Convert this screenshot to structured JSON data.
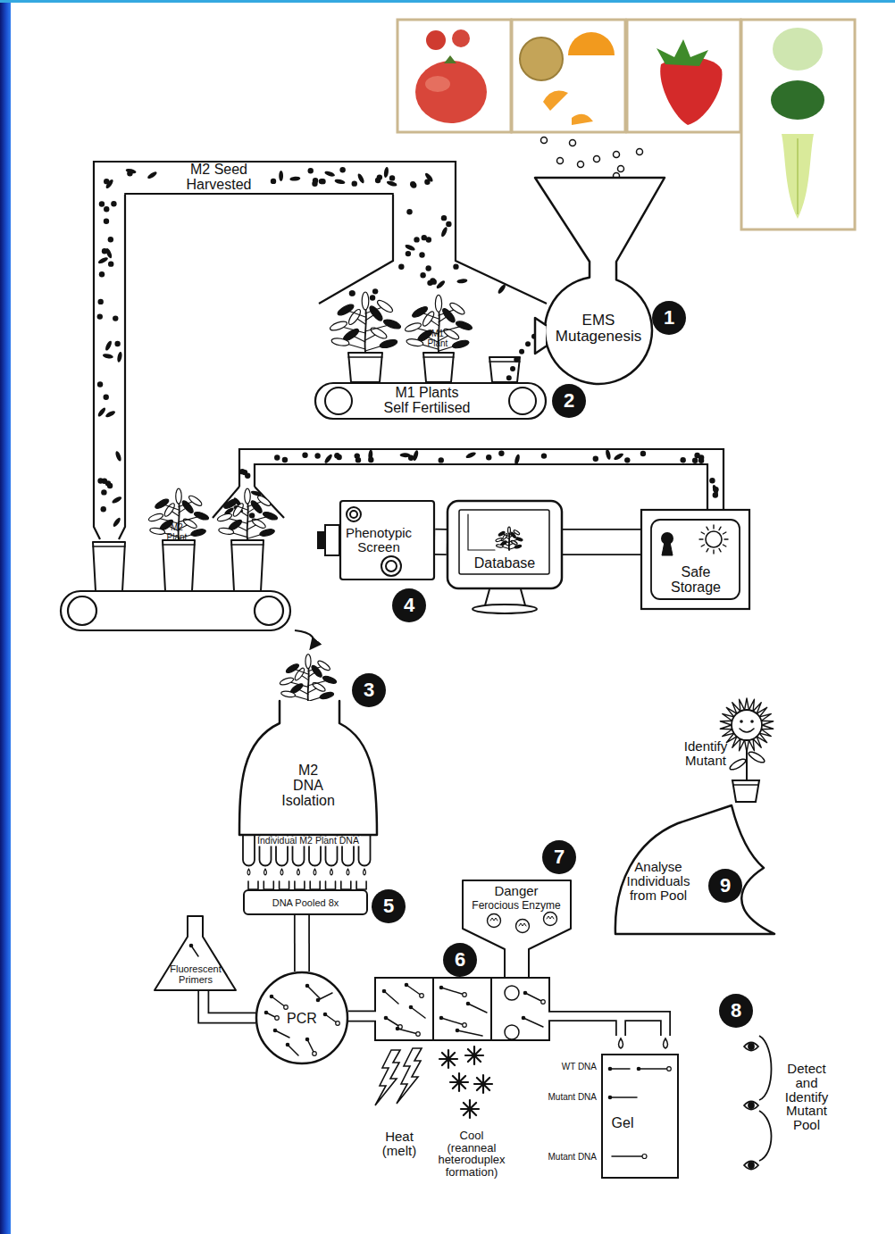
{
  "diagram": {
    "nodes": [
      {
        "text": [
          "M2 Seed Harvested"
        ]
      },
      {
        "text": [
          "EMS Mutagenesis"
        ]
      },
      {
        "text": [
          "M1 Plants Self Fertilised"
        ]
      },
      {
        "text": [
          "Phenotypic Screen"
        ]
      },
      {
        "text": [
          "Database"
        ]
      },
      {
        "text": [
          "Safe Storage"
        ]
      },
      {
        "text": [
          "M2 DNA Isolation",
          "Individual M2 Plant DNA"
        ]
      },
      {
        "text": [
          "DNA Pooled 8x"
        ]
      },
      {
        "text": [
          "Fluorescent Primers"
        ]
      },
      {
        "text": [
          "PCR"
        ]
      },
      {
        "text": [
          "Danger",
          "Ferocious Enzyme"
        ]
      },
      {
        "text": [
          "Gel"
        ]
      },
      {
        "text": [
          "Analyse Individuals from Pool"
        ]
      }
    ],
    "edges": [
      {
        "from": 1,
        "to": 2,
        "arrow": "none"
      },
      {
        "from": 3,
        "to": 4,
        "arrow": "none"
      },
      {
        "from": 4,
        "to": 5,
        "arrow": "none"
      },
      {
        "from": 7,
        "to": 9,
        "arrow": "none"
      },
      {
        "from": 8,
        "to": 9,
        "arrow": "none"
      }
    ],
    "labels": [
      "1",
      "2",
      "3",
      "4",
      "5",
      "6",
      "7",
      "8",
      "9",
      "M1 Plant",
      "M2 Plant",
      "Heat (melt)",
      "Cool (reanneal heteroduplex formation)",
      "WT DNA",
      "Mutant DNA",
      "Mutant DNA",
      "Identify Mutant",
      "Detect and Identify Mutant Pool"
    ]
  }
}
